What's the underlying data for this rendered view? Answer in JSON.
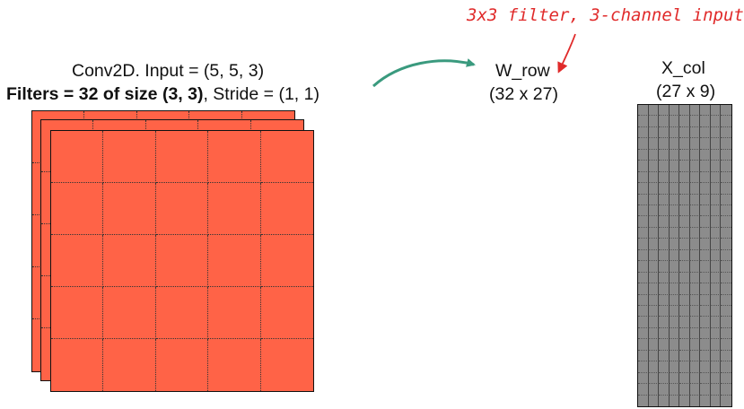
{
  "title": {
    "line1": "Conv2D. Input = (5, 5, 3)",
    "line2_bold": "Filters = 32 of size (3, 3)",
    "line2_rest": ", Stride = (1, 1)"
  },
  "annotation": "3x3 filter, 3-channel input",
  "w_row": {
    "name": "W_row",
    "shape": "(32 x 27)"
  },
  "x_col": {
    "name": "X_col",
    "shape": "(27 x 9)"
  },
  "input_volume": {
    "channels": 3,
    "rows": 5,
    "cols": 5,
    "fill_color": "#ff6347"
  },
  "x_col_matrix": {
    "rows": 27,
    "cols": 9,
    "fill_color": "#8c8c8c"
  },
  "colors": {
    "arrow": "#3a9a7e",
    "annotation": "#e02a2a"
  }
}
